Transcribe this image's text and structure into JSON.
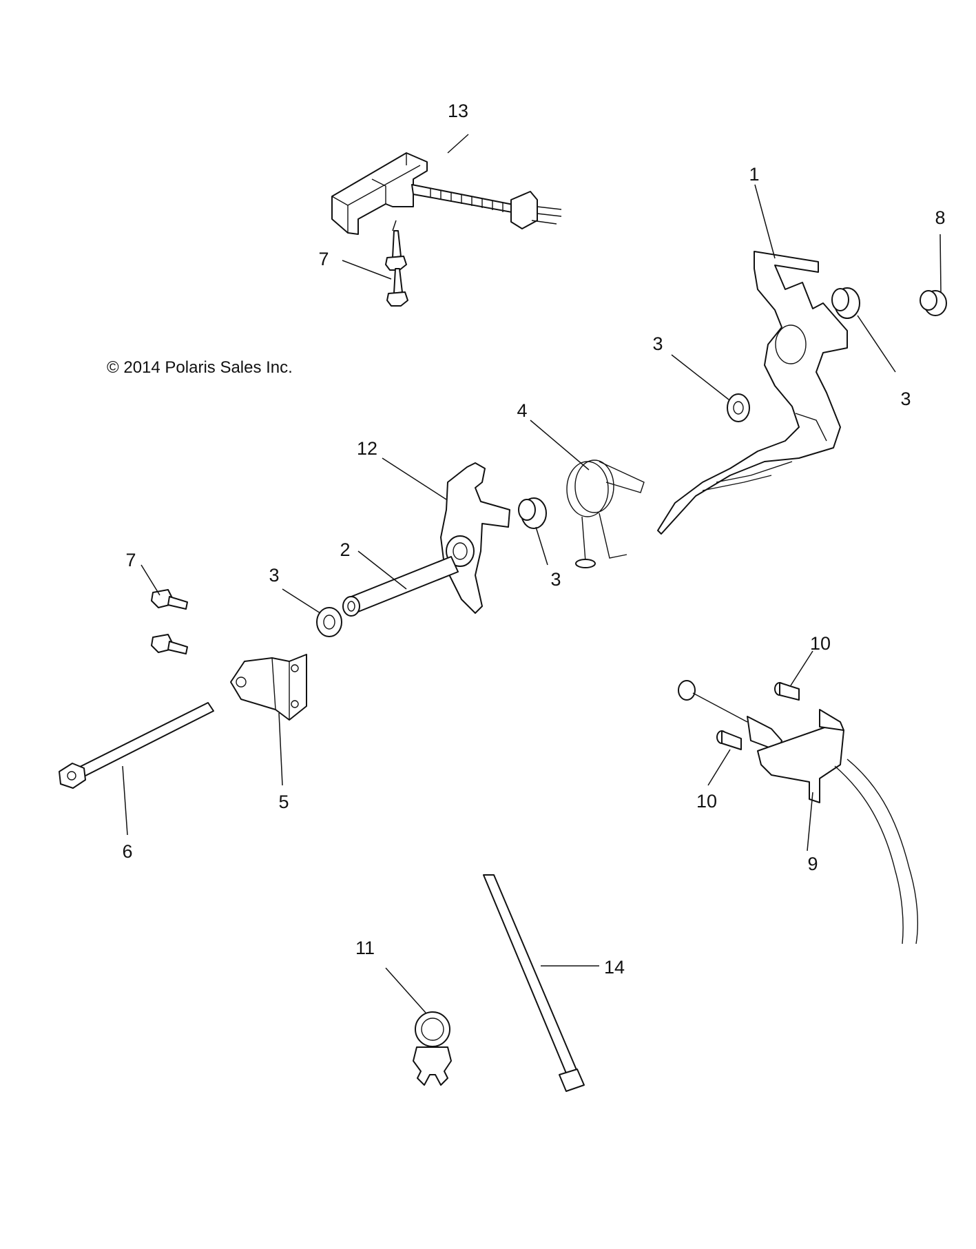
{
  "copyright": "© 2014 Polaris Sales Inc.",
  "callouts": {
    "c1": "1",
    "c2": "2",
    "c3a": "3",
    "c3b": "3",
    "c3c": "3",
    "c3d": "3",
    "c4": "4",
    "c5": "5",
    "c6": "6",
    "c7a": "7",
    "c7b": "7",
    "c8": "8",
    "c9": "9",
    "c10a": "10",
    "c10b": "10",
    "c11": "11",
    "c12": "12",
    "c13": "13",
    "c14": "14"
  }
}
